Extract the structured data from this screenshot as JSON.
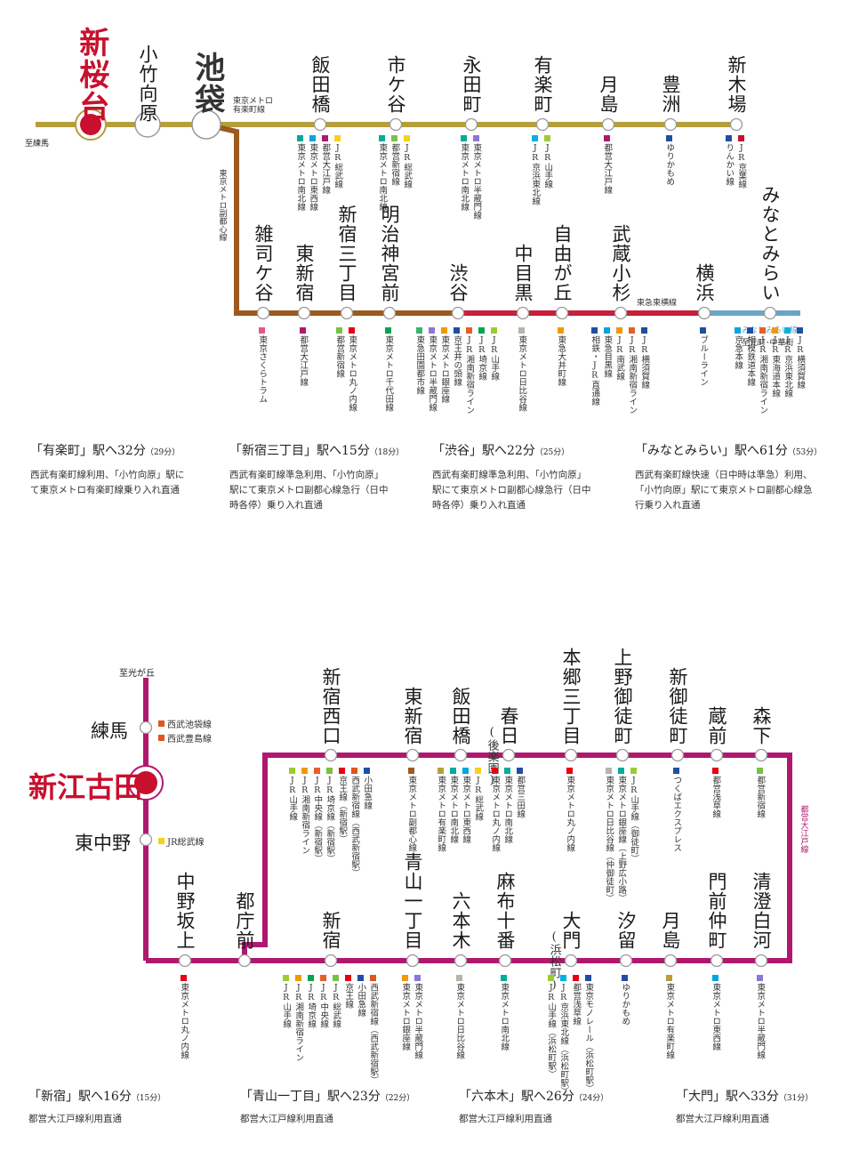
{
  "colors": {
    "yurakucho": "#b59f3b",
    "fukutoshin": "#9c5a1e",
    "toyoko": "#c81f3a",
    "minatomirai": "#6aa5c7",
    "oedo": "#b0186e",
    "seibu": "#e0561b",
    "station_red": "#c8102e"
  },
  "top": {
    "terminus_left": "至練馬",
    "yurakucho_label": "東京メトロ\n有楽町線",
    "fukutoshin_label": "東京メトロ副都心線",
    "toyoko_label": "東急東横線",
    "minatomirai_label": "みなとみらい線",
    "minatomirai_dest": "至元町･中華街",
    "stations_y": [
      {
        "name": "新桜台",
        "lines": []
      },
      {
        "name": "小竹向原",
        "lines": []
      },
      {
        "name": "池袋",
        "lines": []
      },
      {
        "name": "飯田橋",
        "lines": [
          {
            "c": "#f3d21d",
            "t": "JR総武線"
          },
          {
            "c": "#b0186e",
            "t": "都営大江戸線"
          },
          {
            "c": "#00a7db",
            "t": "東京メトロ東西線"
          },
          {
            "c": "#00ac9b",
            "t": "東京メトロ南北線"
          }
        ]
      },
      {
        "name": "市ケ谷",
        "lines": [
          {
            "c": "#f3d21d",
            "t": "JR総武線"
          },
          {
            "c": "#7ac143",
            "t": "都営新宿線"
          },
          {
            "c": "#00ac9b",
            "t": "東京メトロ南北線"
          }
        ]
      },
      {
        "name": "永田町",
        "lines": [
          {
            "c": "#8f76d6",
            "t": "東京メトロ半蔵門線"
          },
          {
            "c": "#00ac9b",
            "t": "東京メトロ南北線"
          }
        ]
      },
      {
        "name": "有楽町",
        "lines": [
          {
            "c": "#9acd32",
            "t": "JR山手線"
          },
          {
            "c": "#00b2e5",
            "t": "JR京浜東北線"
          }
        ]
      },
      {
        "name": "月島",
        "lines": [
          {
            "c": "#b0186e",
            "t": "都営大江戸線"
          }
        ]
      },
      {
        "name": "豊洲",
        "lines": [
          {
            "c": "#1e50a2",
            "t": "ゆりかもめ"
          }
        ]
      },
      {
        "name": "新木場",
        "lines": [
          {
            "c": "#c8102e",
            "t": "JR京葉線"
          },
          {
            "c": "#1e50a2",
            "t": "りんかい線"
          }
        ]
      }
    ],
    "stations_f": [
      {
        "name": "雑司ケ谷",
        "lines": [
          {
            "c": "#e8548e",
            "t": "東京さくらトラム"
          }
        ]
      },
      {
        "name": "東新宿",
        "lines": [
          {
            "c": "#b0186e",
            "t": "都営大江戸線"
          }
        ]
      },
      {
        "name": "新宿三丁目",
        "lines": [
          {
            "c": "#e60012",
            "t": "東京メトロ丸ノ内線"
          },
          {
            "c": "#7ac143",
            "t": "都営新宿線"
          }
        ]
      },
      {
        "name": "明治神宮前",
        "lines": [
          {
            "c": "#00a650",
            "t": "東京メトロ千代田線"
          }
        ]
      },
      {
        "name": "渋谷",
        "lines": [
          {
            "c": "#9acd32",
            "t": "JR山手線"
          },
          {
            "c": "#00a650",
            "t": "JR埼京線"
          },
          {
            "c": "#e65f2b",
            "t": "JR湘南新宿ライン"
          },
          {
            "c": "#1e50a2",
            "t": "京王井の頭線"
          },
          {
            "c": "#f39800",
            "t": "東京メトロ銀座線"
          },
          {
            "c": "#8f76d6",
            "t": "東京メトロ半蔵門線"
          },
          {
            "c": "#3cb371",
            "t": "東急田園都市線"
          }
        ]
      },
      {
        "name": "中目黒",
        "lines": [
          {
            "c": "#b5b5ac",
            "t": "東京メトロ日比谷線"
          }
        ]
      },
      {
        "name": "自由が丘",
        "lines": [
          {
            "c": "#f39800",
            "t": "東急大井町線"
          }
        ]
      },
      {
        "name": "武蔵小杉",
        "lines": [
          {
            "c": "#1e50a2",
            "t": "JR横須賀線"
          },
          {
            "c": "#e65f2b",
            "t": "JR湘南新宿ライン"
          },
          {
            "c": "#f39800",
            "t": "JR南武線"
          },
          {
            "c": "#00a7db",
            "t": "東急目黒線"
          },
          {
            "c": "#1e50a2",
            "t": "相鉄・JR直通線"
          }
        ]
      },
      {
        "name": "横浜",
        "lines": [
          {
            "c": "#1e50a2",
            "t": "ブルーライン"
          }
        ]
      },
      {
        "name": "みなとみらい",
        "lines": [
          {
            "c": "#1e50a2",
            "t": "JR横須賀線"
          },
          {
            "c": "#00b2e5",
            "t": "JR京浜東北線"
          },
          {
            "c": "#f39800",
            "t": "JR東海道本線"
          },
          {
            "c": "#e65f2b",
            "t": "JR湘南新宿ライン"
          },
          {
            "c": "#1e50a2",
            "t": "相模鉄道本線"
          },
          {
            "c": "#00a7db",
            "t": "京急本線"
          }
        ]
      }
    ]
  },
  "top_info": [
    {
      "head": "「有楽町」駅へ32分",
      "time": "（29分）",
      "desc": "西武有楽町線利用、「小竹向原」駅にて東京メトロ有楽町線乗り入れ直通"
    },
    {
      "head": "「新宿三丁目」駅へ15分",
      "time": "（18分）",
      "desc": "西武有楽町線準急利用、「小竹向原」駅にて東京メトロ副都心線急行（日中時各停）乗り入れ直通"
    },
    {
      "head": "「渋谷」駅へ22分",
      "time": "（25分）",
      "desc": "西武有楽町線準急利用、「小竹向原」駅にて東京メトロ副都心線急行（日中時各停）乗り入れ直通"
    },
    {
      "head": "「みなとみらい」駅へ61分",
      "time": "（53分）",
      "desc": "西武有楽町線快速（日中時は準急）利用、「小竹向原」駅にて東京メトロ副都心線急行乗り入れ直通"
    }
  ],
  "bottom": {
    "terminus_top": "至光が丘",
    "oedo_label": "都営大江戸線",
    "nerima": "練馬",
    "nerima_lines": [
      {
        "c": "#e0561b",
        "t": "西武池袋線"
      },
      {
        "c": "#e0561b",
        "t": "西武豊島線"
      }
    ],
    "shin_egota": "新江古田",
    "higashi_nakano": "東中野",
    "higashi_nakano_lines": [
      {
        "c": "#f3d21d",
        "t": "JR総武線"
      }
    ],
    "stations_top": [
      {
        "name": "新宿西口",
        "lines": [
          {
            "c": "#1e50a2",
            "t": "小田急線"
          },
          {
            "c": "#e0561b",
            "t": "西武新宿線（西武新宿駅）"
          },
          {
            "c": "#e60012",
            "t": "京王線（新宿駅）"
          },
          {
            "c": "#7ac143",
            "t": "JR埼京線（新宿駅）"
          },
          {
            "c": "#e65f2b",
            "t": "JR中央線（新宿駅）"
          },
          {
            "c": "#f39800",
            "t": "JR湘南新宿ライン"
          },
          {
            "c": "#9acd32",
            "t": "JR山手線"
          }
        ]
      },
      {
        "name": "東新宿",
        "lines": [
          {
            "c": "#9c5a1e",
            "t": "東京メトロ副都心線"
          }
        ]
      },
      {
        "name": "飯田橋",
        "lines": [
          {
            "c": "#f3d21d",
            "t": "JR総武線"
          },
          {
            "c": "#00a7db",
            "t": "東京メトロ東西線"
          },
          {
            "c": "#00ac9b",
            "t": "東京メトロ南北線"
          },
          {
            "c": "#b59f3b",
            "t": "東京メトロ有楽町線"
          }
        ]
      },
      {
        "name": "春日",
        "sub": "(後楽園)",
        "lines": [
          {
            "c": "#1e50a2",
            "t": "都営三田線"
          },
          {
            "c": "#00ac9b",
            "t": "東京メトロ南北線"
          },
          {
            "c": "#e60012",
            "t": "東京メトロ丸ノ内線"
          }
        ]
      },
      {
        "name": "本郷三丁目",
        "lines": [
          {
            "c": "#e60012",
            "t": "東京メトロ丸ノ内線"
          }
        ]
      },
      {
        "name": "上野御徒町",
        "lines": [
          {
            "c": "#9acd32",
            "t": "JR山手線（御徒町）"
          },
          {
            "c": "#00ac9b",
            "t": "東京メトロ銀座線（上野広小路）"
          },
          {
            "c": "#b5b5ac",
            "t": "東京メトロ日比谷線（仲御徒町）"
          }
        ]
      },
      {
        "name": "新御徒町",
        "lines": [
          {
            "c": "#1e50a2",
            "t": "つくばエクスプレス"
          }
        ]
      },
      {
        "name": "蔵前",
        "lines": [
          {
            "c": "#e60012",
            "t": "都営浅草線"
          }
        ]
      },
      {
        "name": "森下",
        "lines": [
          {
            "c": "#7ac143",
            "t": "都営新宿線"
          }
        ]
      }
    ],
    "stations_bottom": [
      {
        "name": "中野坂上",
        "lines": [
          {
            "c": "#e60012",
            "t": "東京メトロ丸ノ内線"
          }
        ]
      },
      {
        "name": "都庁前",
        "lines": []
      },
      {
        "name": "新宿",
        "lines": [
          {
            "c": "#e0561b",
            "t": "西武新宿線（西武新宿駅）"
          },
          {
            "c": "#1e50a2",
            "t": "小田急線"
          },
          {
            "c": "#e60012",
            "t": "京王線"
          },
          {
            "c": "#7ac143",
            "t": "JR総武線"
          },
          {
            "c": "#e65f2b",
            "t": "JR中央線"
          },
          {
            "c": "#00a650",
            "t": "JR埼京線"
          },
          {
            "c": "#f39800",
            "t": "JR湘南新宿ライン"
          },
          {
            "c": "#9acd32",
            "t": "JR山手線"
          }
        ]
      },
      {
        "name": "青山一丁目",
        "lines": [
          {
            "c": "#8f76d6",
            "t": "東京メトロ半蔵門線"
          },
          {
            "c": "#f39800",
            "t": "東京メトロ銀座線"
          }
        ]
      },
      {
        "name": "六本木",
        "lines": [
          {
            "c": "#b5b5ac",
            "t": "東京メトロ日比谷線"
          }
        ]
      },
      {
        "name": "麻布十番",
        "lines": [
          {
            "c": "#00ac9b",
            "t": "東京メトロ南北線"
          }
        ]
      },
      {
        "name": "大門",
        "sub": "(浜松町)",
        "lines": [
          {
            "c": "#1e50a2",
            "t": "東京モノレール（浜松町駅）"
          },
          {
            "c": "#e60012",
            "t": "都営浅草線"
          },
          {
            "c": "#00b2e5",
            "t": "JR京浜東北線（浜松町駅）"
          },
          {
            "c": "#9acd32",
            "t": "JR山手線（浜松町駅）"
          }
        ]
      },
      {
        "name": "汐留",
        "lines": [
          {
            "c": "#1e50a2",
            "t": "ゆりかもめ"
          }
        ]
      },
      {
        "name": "月島",
        "lines": [
          {
            "c": "#b59f3b",
            "t": "東京メトロ有楽町線"
          }
        ]
      },
      {
        "name": "門前仲町",
        "lines": [
          {
            "c": "#00a7db",
            "t": "東京メトロ東西線"
          }
        ]
      },
      {
        "name": "清澄白河",
        "lines": [
          {
            "c": "#8f76d6",
            "t": "東京メトロ半蔵門線"
          }
        ]
      }
    ]
  },
  "bottom_info": [
    {
      "head": "「新宿」駅へ16分",
      "time": "（15分）",
      "desc": "都営大江戸線利用直通"
    },
    {
      "head": "「青山一丁目」駅へ23分",
      "time": "（22分）",
      "desc": "都営大江戸線利用直通"
    },
    {
      "head": "「六本木」駅へ26分",
      "time": "（24分）",
      "desc": "都営大江戸線利用直通"
    },
    {
      "head": "「大門」駅へ33分",
      "time": "（31分）",
      "desc": "都営大江戸線利用直通"
    }
  ]
}
